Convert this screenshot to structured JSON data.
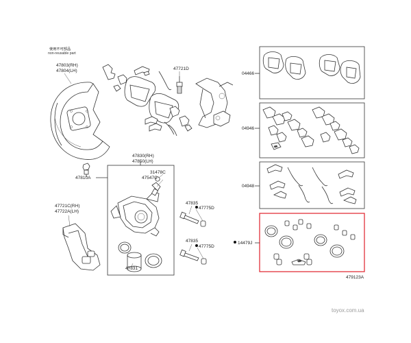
{
  "labels": {
    "non_reusable_jp": "使用不可部品",
    "non_reusable_en": "non-reusable part",
    "p47803": "47803(RH)",
    "p47804": "47804(LH)",
    "p47721D": "47721D",
    "p47830": "47830(RH)",
    "p47850": "47850(LH)",
    "p31478C": "31478C",
    "p47547C": "47547C",
    "p47810A": "47810A",
    "p47721C": "47721C(RH)",
    "p47722A": "47722A(LH)",
    "p47835a": "47835",
    "p47775Da": "47775D",
    "p47835b": "47835",
    "p47775Db": "47775D",
    "p47831": "47831",
    "p04466": "04466",
    "p04946": "04946",
    "p04948": "04948",
    "p14479J": "14479J",
    "drawing_no": "479123A"
  },
  "watermark": "toyox.com.ua",
  "colors": {
    "highlight": "#e0202a",
    "line": "#333333"
  },
  "icons": {
    "non_reusable_marker": "filled-dot-icon"
  }
}
